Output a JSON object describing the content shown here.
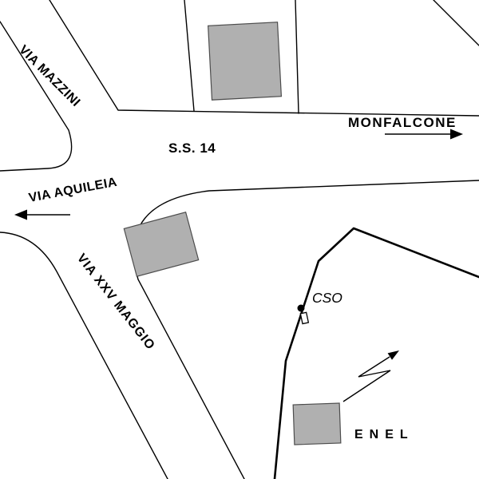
{
  "map": {
    "colors": {
      "background": "#ffffff",
      "line": "#000000",
      "building_fill": "#b0b0b0",
      "building_stroke": "#4d4d4d"
    },
    "labels": {
      "via_mazzini": "VIA MAZZINI",
      "ss14": "S.S. 14",
      "monfalcone": "MONFALCONE",
      "via_aquileia": "VIA AQUILEIA",
      "via_xxv_maggio": "VIA XXV MAGGIO",
      "cso": "CSO",
      "enel": "ENEL"
    }
  }
}
